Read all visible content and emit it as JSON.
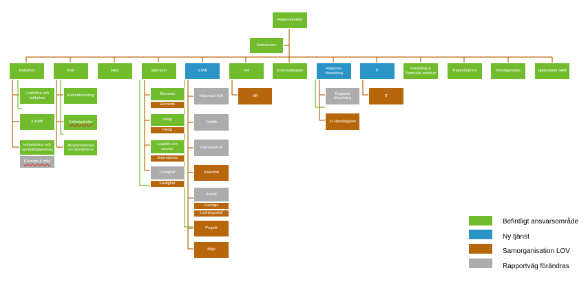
{
  "colors": {
    "befintligt": "#70bc2c",
    "ny": "#2a94c6",
    "samorg": "#b8660c",
    "rapport": "#acacac",
    "line": "#b8660c",
    "line_alt": "#70bc2c"
  },
  "nodes": {
    "regiondirektor": "Regiondirektör",
    "sekreterare": "Sekreterare",
    "halsfarhet": "Hälfarhet",
    "kkf": "KKF",
    "hs": "H&S",
    "ekonomi_top": "Ekonomi",
    "stab": "STAB",
    "hr_top": "HR",
    "kommunikation": "Kommunikation",
    "regional_utveckling": "Regional Utveckling",
    "it_top": "IT",
    "forskning": "Forskning & Samhälls-medicin",
    "patientnamnd": "Patientnämnd",
    "foretagshalsa": "Företagshälsa",
    "hjalpmedel": "Hjälpmedel SAM",
    "folkhalsa": "Folkhälsa och hälfarhet",
    "x_trafik": "X-trafik",
    "infrastruktur": "Infrastruktur och samhällsplanering",
    "ekonom_infra": "Ekonom & infra",
    "kulturutveckling": "Kulturutveckling",
    "folkhogskolor": "Folkhögskolor",
    "arbetsmarknad": "Arbetsmarknad och kompetens",
    "ekonomi_sub": "Ekonomi",
    "ekonomi_bar": "Ekonomi",
    "inkop": "Inköp",
    "inkop_bar": "Inköp",
    "logistik": "Logistik och service",
    "journalarkiv": "Journalarkiv",
    "fastighet": "Fastighet",
    "fastighet_bar": "Fastighet",
    "halsoval": "Hälsoval HVK",
    "juridik": "Juridik",
    "internkontroll": "Internkontroll",
    "sakerhet": "Säkerhet",
    "kansli": "Kansli",
    "fackliga": "Fackliga",
    "ledningsstod": "Ledningsstöd",
    "projekt": "Projekt",
    "miljo": "Miljö",
    "hr_sub": "HR",
    "regional_utv_sub": "Regional Utveckling",
    "handlaggare": "1:l Handläggare",
    "it_sub": "IT"
  },
  "legend": [
    {
      "label": "Befintligt ansvarsområde",
      "color": "#70bc2c"
    },
    {
      "label": "Ny tjänst",
      "color": "#2a94c6"
    },
    {
      "label": "Samorganisation LOV",
      "color": "#b8660c"
    },
    {
      "label": "Rapportväg förändras",
      "color": "#acacac"
    }
  ]
}
